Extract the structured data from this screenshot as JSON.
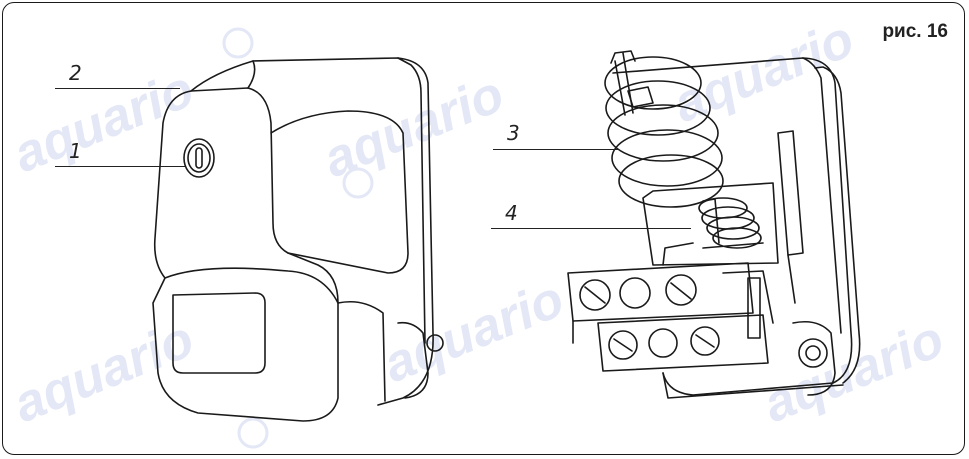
{
  "figure_label": "рис. 16",
  "callouts": {
    "c1": "1",
    "c2": "2",
    "c3": "3",
    "c4": "4"
  },
  "watermark_text": "aquario",
  "colors": {
    "line": "#1a1a1a",
    "watermark": "#e3e7f6"
  }
}
